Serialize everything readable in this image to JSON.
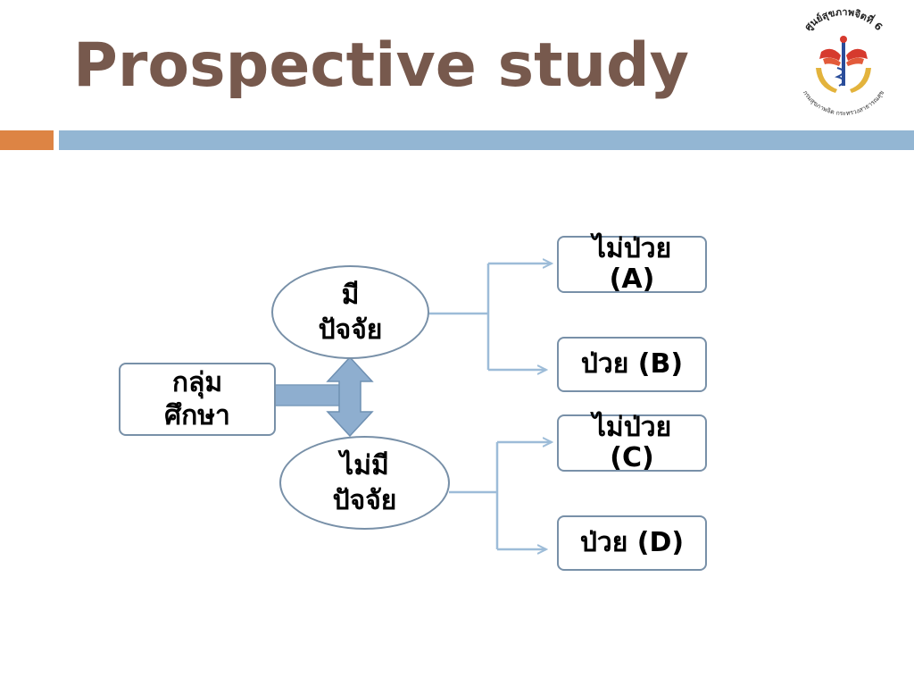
{
  "slide": {
    "title": "Prospective study",
    "colors": {
      "title": "#77594d",
      "accent_orange": "#dd8444",
      "accent_blue": "#93b6d3",
      "outline": "#7890a8",
      "connector": "#9dbcd8",
      "arrow_fill": "#8eaecf"
    }
  },
  "logo": {
    "text_top": "ศูนย์สุขภาพจิตที่ 6",
    "text_bottom": "กรมสุขภาพจิต กระทรวงสาธารณสุข",
    "icon": "mental-health-center-emblem-icon"
  },
  "diagram": {
    "study_group": {
      "line1": "กลุ่ม",
      "line2": "ศึกษา"
    },
    "exposed": {
      "line1": "มี",
      "line2": "ปัจจัย"
    },
    "unexposed": {
      "line1": "ไม่มี",
      "line2": "ปัจจัย"
    },
    "outcome_a": {
      "line1": "ไม่ป่วย",
      "line2": "(A)"
    },
    "outcome_b": {
      "line1": "ป่วย (B)"
    },
    "outcome_c": {
      "line1": "ไม่ป่วย",
      "line2": "(C)"
    },
    "outcome_d": {
      "line1": "ป่วย (D)"
    }
  }
}
